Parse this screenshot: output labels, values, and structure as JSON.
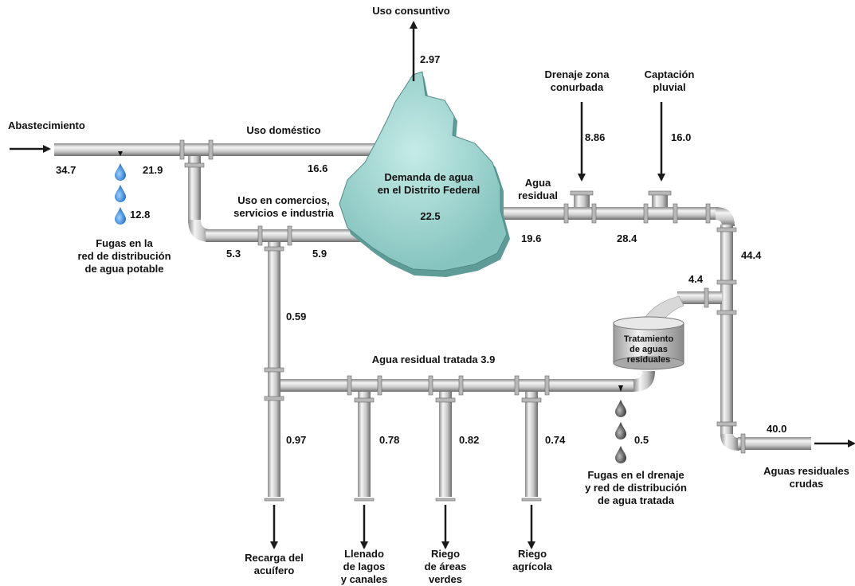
{
  "labels": {
    "uso_consuntivo": "Uso consuntivo",
    "abastecimiento": "Abastecimiento",
    "uso_domestico": "Uso doméstico",
    "uso_comercios_1": "Uso en comercios,",
    "uso_comercios_2": "servicios e industria",
    "demanda_1": "Demanda de agua",
    "demanda_2": "en el Distrito Federal",
    "drenaje_1": "Drenaje zona",
    "drenaje_2": "conurbada",
    "captacion_1": "Captación",
    "captacion_2": "pluvial",
    "agua_residual_1": "Agua",
    "agua_residual_2": "residual",
    "fugas_red_1": "Fugas en la",
    "fugas_red_2": "red de distribución",
    "fugas_red_3": "de agua potable",
    "agua_tratada": "Agua residual tratada 3.9",
    "tratamiento_1": "Tratamiento",
    "tratamiento_2": "de aguas",
    "tratamiento_3": "residuales",
    "aguas_crudas_1": "Aguas residuales",
    "aguas_crudas_2": "crudas",
    "fugas_drenaje_1": "Fugas en el drenaje",
    "fugas_drenaje_2": "y red de distribución",
    "fugas_drenaje_3": "de agua tratada",
    "recarga_1": "Recarga del",
    "recarga_2": "acuífero",
    "llenado_1": "Llenado",
    "llenado_2": "de lagos",
    "llenado_3": "y canales",
    "riego_areas_1": "Riego",
    "riego_areas_2": "de áreas",
    "riego_areas_3": "verdes",
    "riego_agricola_1": "Riego",
    "riego_agricola_2": "agrícola"
  },
  "values": {
    "uso_consuntivo": "2.97",
    "abastecimiento": "34.7",
    "after_fugas": "21.9",
    "domestico": "16.6",
    "fugas_potable": "12.8",
    "comercios_in": "5.3",
    "comercios_out": "5.9",
    "demanda": "22.5",
    "residual_out": "19.6",
    "residual_mid": "28.4",
    "drenaje_conurbada": "8.86",
    "captacion_pluvial": "16.0",
    "vertical_total": "44.4",
    "to_tratamiento": "4.4",
    "to_tratada": "0.59",
    "recarga": "0.97",
    "llenado": "0.78",
    "riego_areas": "0.82",
    "riego_agricola": "0.74",
    "fugas_tratada": "0.5",
    "crudas": "40.0"
  },
  "colors": {
    "pipe_light": "#f2f2f2",
    "pipe_mid": "#c4c4c4",
    "pipe_dark": "#7a7a7a",
    "region_fill": "#9fd4cf",
    "region_shadow": "#5f9c98",
    "drop_blue": "#2f7fd0",
    "drop_gray": "#555555",
    "arrow": "#1a1a1a"
  }
}
